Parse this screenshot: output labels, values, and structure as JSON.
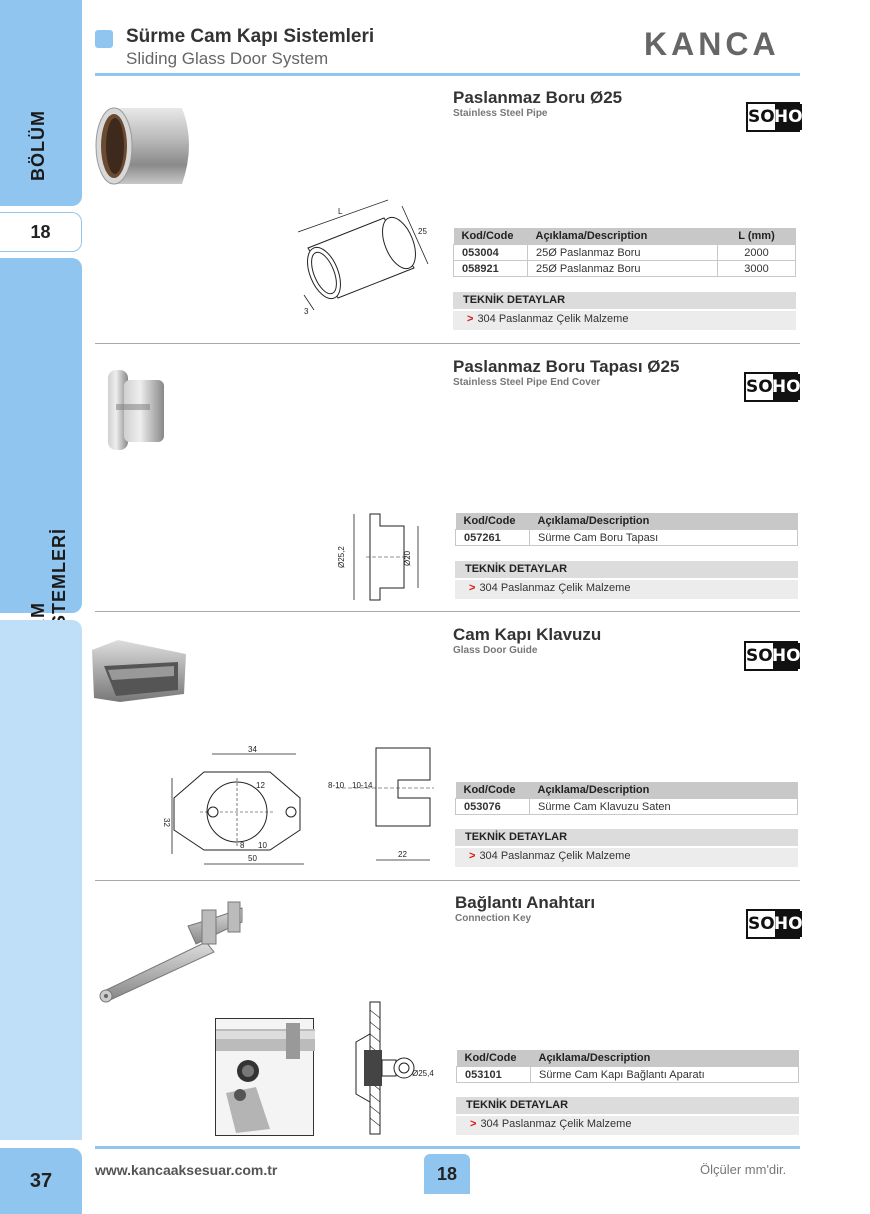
{
  "sidebar": {
    "label_top": "BÖLÜM",
    "section_number": "18",
    "label_bottom": "CAM SİSTEMLERİ"
  },
  "header": {
    "title": "Sürme Cam Kapı Sistemleri",
    "subtitle": "Sliding Glass Door System",
    "brand": "KANCA"
  },
  "badge": {
    "left": "SO",
    "right": "HO"
  },
  "table_headers": {
    "code": "Kod/Code",
    "desc": "Açıklama/Description",
    "length": "L (mm)"
  },
  "tech_header": "TEKNİK DETAYLAR",
  "products": [
    {
      "title": "Paslanmaz Boru Ø25",
      "subtitle": "Stainless Steel Pipe",
      "rows": [
        {
          "code": "053004",
          "desc": "25Ø Paslanmaz Boru",
          "length": "2000"
        },
        {
          "code": "058921",
          "desc": "25Ø Paslanmaz Boru",
          "length": "3000"
        }
      ],
      "tech": "304 Paslanmaz Çelik Malzeme",
      "dims": {
        "l": "L",
        "d": "25",
        "t": "3"
      }
    },
    {
      "title": "Paslanmaz Boru Tapası Ø25",
      "subtitle": "Stainless Steel Pipe End Cover",
      "rows": [
        {
          "code": "057261",
          "desc": "Sürme Cam Boru Tapası"
        }
      ],
      "tech": "304 Paslanmaz Çelik Malzeme",
      "dims": {
        "outer": "Ø25,2",
        "inner": "Ø20"
      }
    },
    {
      "title": "Cam Kapı Klavuzu",
      "subtitle": "Glass Door Guide",
      "rows": [
        {
          "code": "053076",
          "desc": "Sürme Cam Klavuzu Saten"
        }
      ],
      "tech": "304 Paslanmaz Çelik Malzeme",
      "dims": {
        "w34": "34",
        "h32": "32",
        "w50": "50",
        "r12": "12",
        "r8": "8",
        "r10": "10",
        "g1": "8-10",
        "g2": "10-14",
        "w22": "22"
      }
    },
    {
      "title": "Bağlantı Anahtarı",
      "subtitle": "Connection Key",
      "rows": [
        {
          "code": "053101",
          "desc": "Sürme Cam Kapı Bağlantı Aparatı"
        }
      ],
      "tech": "304 Paslanmaz Çelik Malzeme",
      "dims": {
        "d": "Ø25,4"
      }
    }
  ],
  "footer": {
    "page_left": "37",
    "url": "www.kancaaksesuar.com.tr",
    "page_mid": "18",
    "note": "Ölçüler mm'dir."
  }
}
